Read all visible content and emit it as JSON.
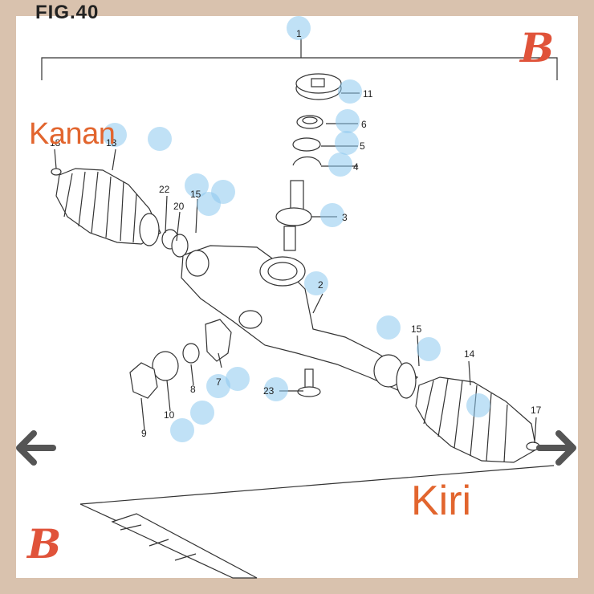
{
  "figure_label": "FIG.40",
  "labels": {
    "right_side": "Kanan",
    "left_side": "Kiri"
  },
  "brand": {
    "logo_glyph": "B",
    "color": "#e0533a"
  },
  "part_numbers": [
    "1",
    "11",
    "6",
    "5",
    "4",
    "3",
    "2",
    "22",
    "20",
    "15",
    "13",
    "18",
    "7",
    "8",
    "10",
    "9",
    "23",
    "15",
    "14",
    "17"
  ],
  "navigation": {
    "prev": "previous-image",
    "next": "next-image"
  },
  "colors": {
    "frame": "#d9c2ae",
    "accent_text": "#e2652e",
    "hotspot": "#8cc8ee"
  }
}
